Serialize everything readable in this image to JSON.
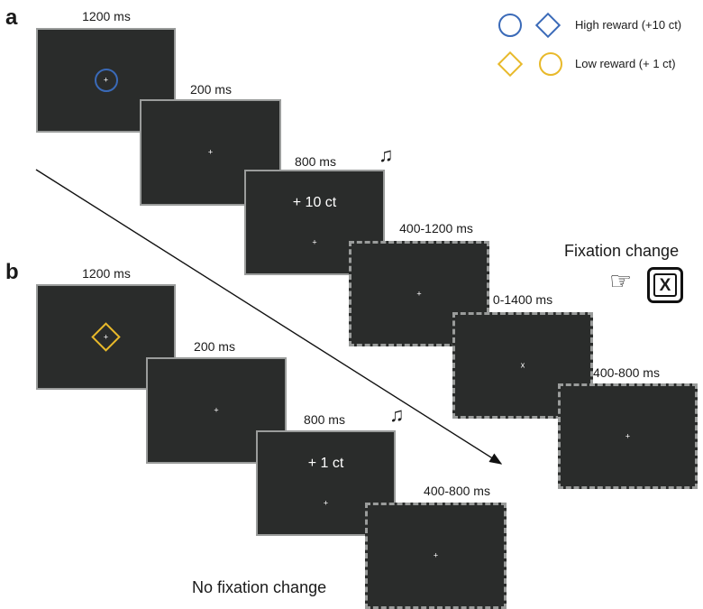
{
  "panels": {
    "a": "a",
    "b": "b"
  },
  "legend": {
    "high_label": "High reward (+10 ct)",
    "low_label": "Low reward (+ 1 ct)",
    "high_color": "#3a6ab8",
    "low_color": "#e8b92a"
  },
  "sequence_a": {
    "cue_duration": "1200 ms",
    "fixation_duration": "200 ms",
    "feedback_duration": "800 ms",
    "feedback_text": "+ 10 ct",
    "delay_duration": "400-1200 ms",
    "change_duration": "0-1400 ms",
    "change_symbol": "x",
    "end_duration": "400-800 ms",
    "fixation_change_label": "Fixation change",
    "response_key": "X"
  },
  "sequence_b": {
    "cue_duration": "1200 ms",
    "fixation_duration": "200 ms",
    "feedback_duration": "800 ms",
    "feedback_text": "+ 1 ct",
    "end_duration": "400-800 ms",
    "no_change_label": "No fixation change"
  },
  "fixation_symbol": "+",
  "music_symbol": "♫",
  "pointer_symbol": "☞"
}
